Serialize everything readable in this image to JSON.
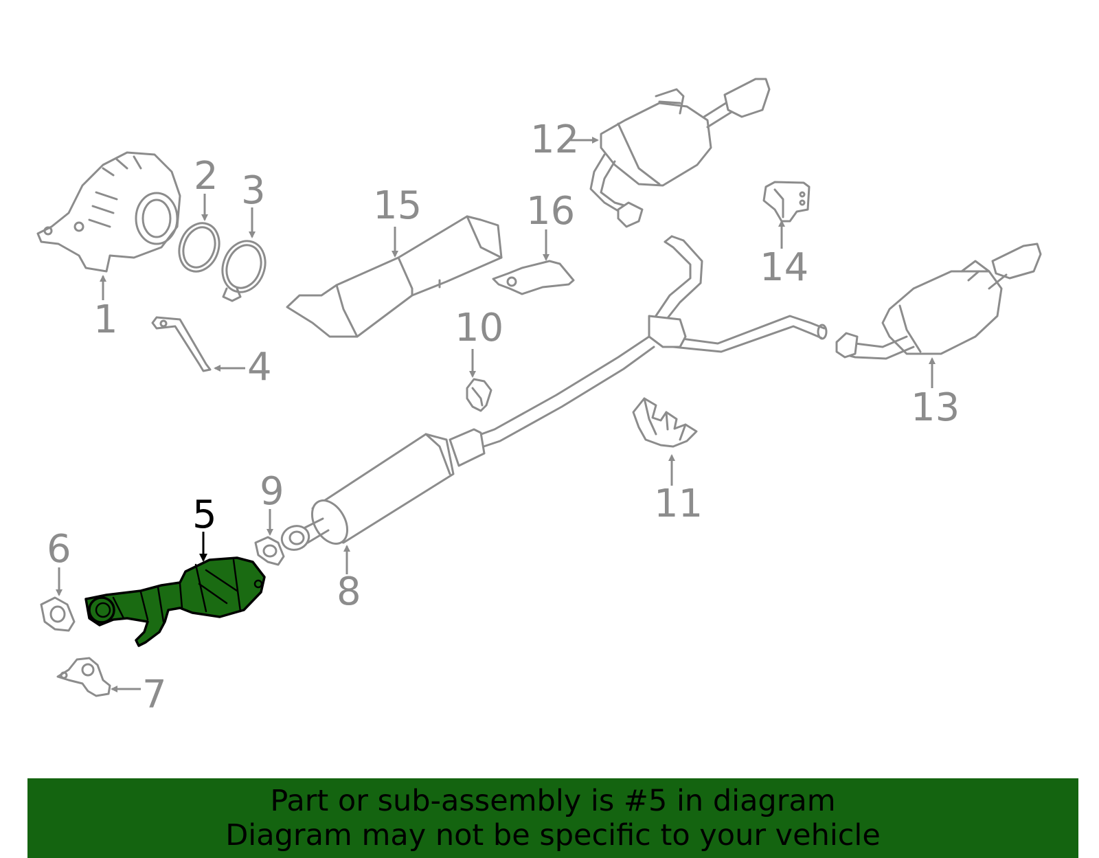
{
  "diagram": {
    "highlighted_part": "5",
    "callouts": [
      "1",
      "2",
      "3",
      "4",
      "5",
      "6",
      "7",
      "8",
      "9",
      "10",
      "11",
      "12",
      "13",
      "14",
      "15",
      "16"
    ]
  },
  "banner": {
    "line1": "Part or sub-assembly is #5 in diagram",
    "line2": "Diagram may not be specific to your vehicle"
  },
  "colors": {
    "part_outline": "#8c8c8c",
    "highlight_fill": "#1a6b12",
    "banner_background": "#146410"
  }
}
